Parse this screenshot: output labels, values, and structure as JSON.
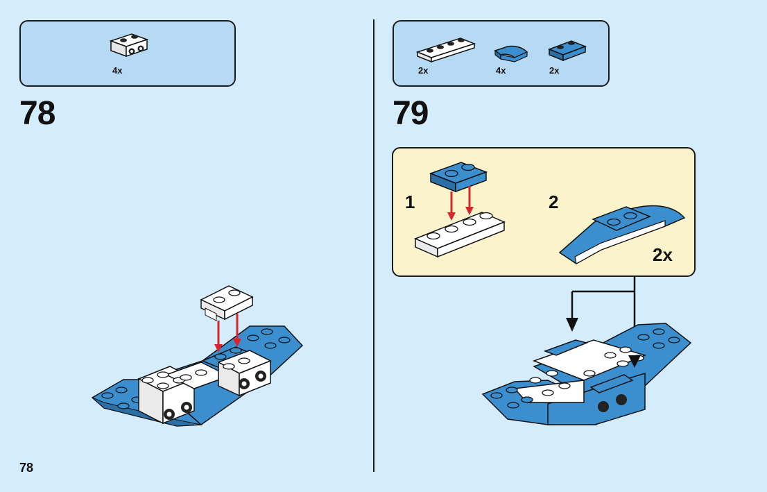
{
  "page_number": "78",
  "colors": {
    "background": "#d4ecfb",
    "parts_box": "#b6daf3",
    "sub_box": "#fbf3cc",
    "brick_blue": "#3b8fcf",
    "brick_white": "#ffffff",
    "arrow_red": "#d6262b"
  },
  "step78": {
    "number": "78",
    "parts": [
      {
        "name": "white-bracket-plate-icon",
        "qty": "4x"
      }
    ]
  },
  "step79": {
    "number": "79",
    "parts": [
      {
        "name": "white-plate-1x4-icon",
        "qty": "2x"
      },
      {
        "name": "blue-curved-slope-icon",
        "qty": "4x"
      },
      {
        "name": "blue-plate-rail-icon",
        "qty": "2x"
      }
    ],
    "substeps": [
      {
        "label": "1"
      },
      {
        "label": "2",
        "multiplier": "2x"
      }
    ]
  }
}
